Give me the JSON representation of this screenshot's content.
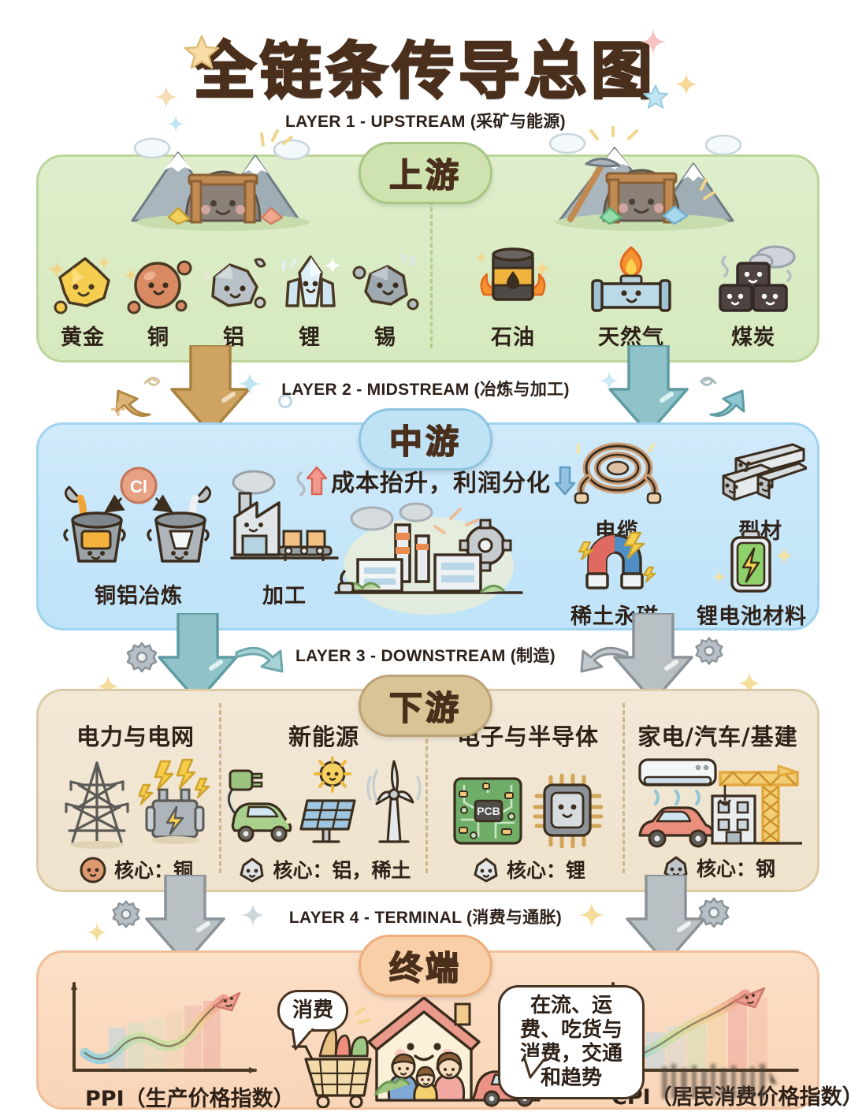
{
  "title": "全链条传导总图",
  "layers": [
    {
      "id": "upstream",
      "header": "LAYER 1 - UPSTREAM (采矿与能源)",
      "badge": "上游",
      "color": "#dfeecb",
      "metals": [
        {
          "label": "黄金",
          "icon": "gold-nugget-icon"
        },
        {
          "label": "铜",
          "icon": "copper-sphere-icon"
        },
        {
          "label": "铝",
          "icon": "aluminum-rock-icon"
        },
        {
          "label": "锂",
          "icon": "lithium-crystal-icon"
        },
        {
          "label": "锡",
          "icon": "tin-rock-icon"
        }
      ],
      "energy": [
        {
          "label": "石油",
          "icon": "oil-barrel-icon"
        },
        {
          "label": "天然气",
          "icon": "gas-pipe-icon"
        },
        {
          "label": "煤炭",
          "icon": "coal-blocks-icon"
        }
      ]
    },
    {
      "id": "midstream",
      "header": "LAYER 2 - MIDSTREAM (冶炼与加工)",
      "badge": "中游",
      "color": "#cfeafb",
      "note": "成本抬升，利润分化",
      "note_up_arrow": "↑",
      "note_down_arrow": "↓",
      "left_items": [
        {
          "label": "铜铝冶炼",
          "icon": "smelter-icon"
        },
        {
          "label": "加工",
          "icon": "factory-conveyor-icon"
        }
      ],
      "right_items": [
        {
          "label": "电缆",
          "icon": "cable-coil-icon"
        },
        {
          "label": "型材",
          "icon": "profile-bars-icon"
        },
        {
          "label": "稀土永磁",
          "icon": "magnet-icon"
        },
        {
          "label": "锂电池材料",
          "icon": "battery-icon"
        }
      ],
      "center_icon": "industrial-plant-icon"
    },
    {
      "id": "downstream",
      "header": "LAYER 3 - DOWNSTREAM (制造)",
      "badge": "下游",
      "color": "#f2e8d6",
      "columns": [
        {
          "title": "电力与电网",
          "core_prefix": "核心：",
          "core": "铜",
          "core_dot": "#d9956b",
          "icons": [
            "pylon-icon",
            "transformer-icon"
          ]
        },
        {
          "title": "新能源",
          "core_prefix": "核心：",
          "core": "铝，稀土",
          "core_dot": "#dcdcdc",
          "icons": [
            "ev-charging-icon",
            "solar-panel-icon",
            "wind-turbine-icon"
          ]
        },
        {
          "title": "电子与半导体",
          "core_prefix": "核心：",
          "core": "锂",
          "core_dot": "#e0e0e0",
          "icons": [
            "pcb-icon",
            "chip-icon"
          ]
        },
        {
          "title": "家电/汽车/基建",
          "core_prefix": "核心：",
          "core": "钢",
          "core_dot": "#b9b9b9",
          "icons": [
            "air-conditioner-icon",
            "car-icon",
            "building-crane-icon"
          ]
        }
      ]
    },
    {
      "id": "terminal",
      "header": "LAYER 4 - TERMINAL (消费与通胀)",
      "badge": "终端",
      "color": "#fbdfc7",
      "bubble_left": "消费",
      "bubble_right": "在流、运费、吃货与消费，交通和趋势",
      "ppi_label": "PPI（生产价格指数）",
      "cpi_label": "CPI（居民消费价格指数）"
    }
  ],
  "pcb_text": "PCB",
  "smelter_badge": "Cl",
  "arrows": {
    "upstream_to_mid_left": "down-arrow-tan",
    "upstream_to_mid_right": "down-arrow-teal",
    "mid_to_down_left": "down-arrow-teal",
    "mid_to_down_right": "down-arrow-grey",
    "down_to_term_left": "down-arrow-grey",
    "down_to_term_right": "down-arrow-grey"
  }
}
